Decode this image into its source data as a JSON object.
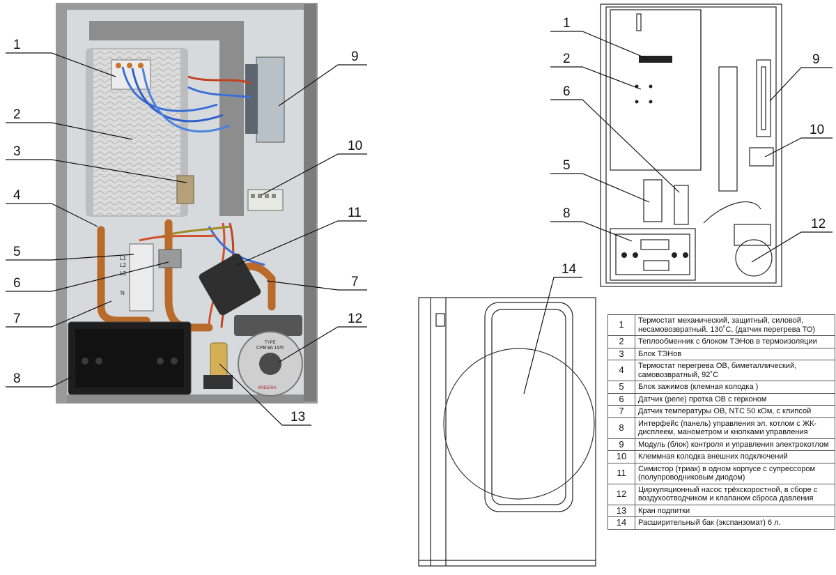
{
  "callouts_photo": [
    "1",
    "2",
    "3",
    "4",
    "5",
    "6",
    "7",
    "7",
    "8",
    "9",
    "10",
    "11",
    "12",
    "13"
  ],
  "callouts_drawing": [
    "1",
    "2",
    "6",
    "5",
    "8",
    "9",
    "10",
    "12",
    "14"
  ],
  "photo_labels": {
    "terminals": [
      "L1",
      "L2",
      "L3",
      "N"
    ],
    "pump_type": "TYPE",
    "pump_model": "CPBЭA 15/5",
    "pump_brand": "ARDERIA"
  },
  "legend": [
    {
      "n": "1",
      "text": "Термостат механический, защитный, силовой, несамовозвратный, 130˚С,  (датчик перегрева ТО)"
    },
    {
      "n": "2",
      "text": "Теплообменник  с блоком ТЭНов в термоизоляции"
    },
    {
      "n": "3",
      "text": "Блок ТЭНов"
    },
    {
      "n": "4",
      "text": "Термостат перегрева ОВ, биметаллический, самовозвратный, 92˚С"
    },
    {
      "n": "5",
      "text": "Блок зажимов (клемная колодка )"
    },
    {
      "n": "6",
      "text": "Датчик (реле) протка ОВ с герконом"
    },
    {
      "n": "7",
      "text": "Датчик температуры ОВ, NTC 50 кОм, с клипсой"
    },
    {
      "n": "8",
      "text": "Интерфейс (панель) управления эл. котлом с ЖК-дисплеем, манометром  и кнопками управления"
    },
    {
      "n": "9",
      "text": "Модуль (блок) контроля и управления электрокотлом"
    },
    {
      "n": "10",
      "text": "Клеммная колодка внешних подключений"
    },
    {
      "n": "11",
      "text": "Симистор (триак) в одном корпусе с супрессором  (полупроводниковым диодом)"
    },
    {
      "n": "12",
      "text": "Циркуляционный насос трёхскоростной, в сборе с воздухоотводчиком и клапаном сброса давления"
    },
    {
      "n": "13",
      "text": "Кран подпитки"
    },
    {
      "n": "14",
      "text": "Расширительный бак (экспанзомат) 6 л."
    }
  ]
}
